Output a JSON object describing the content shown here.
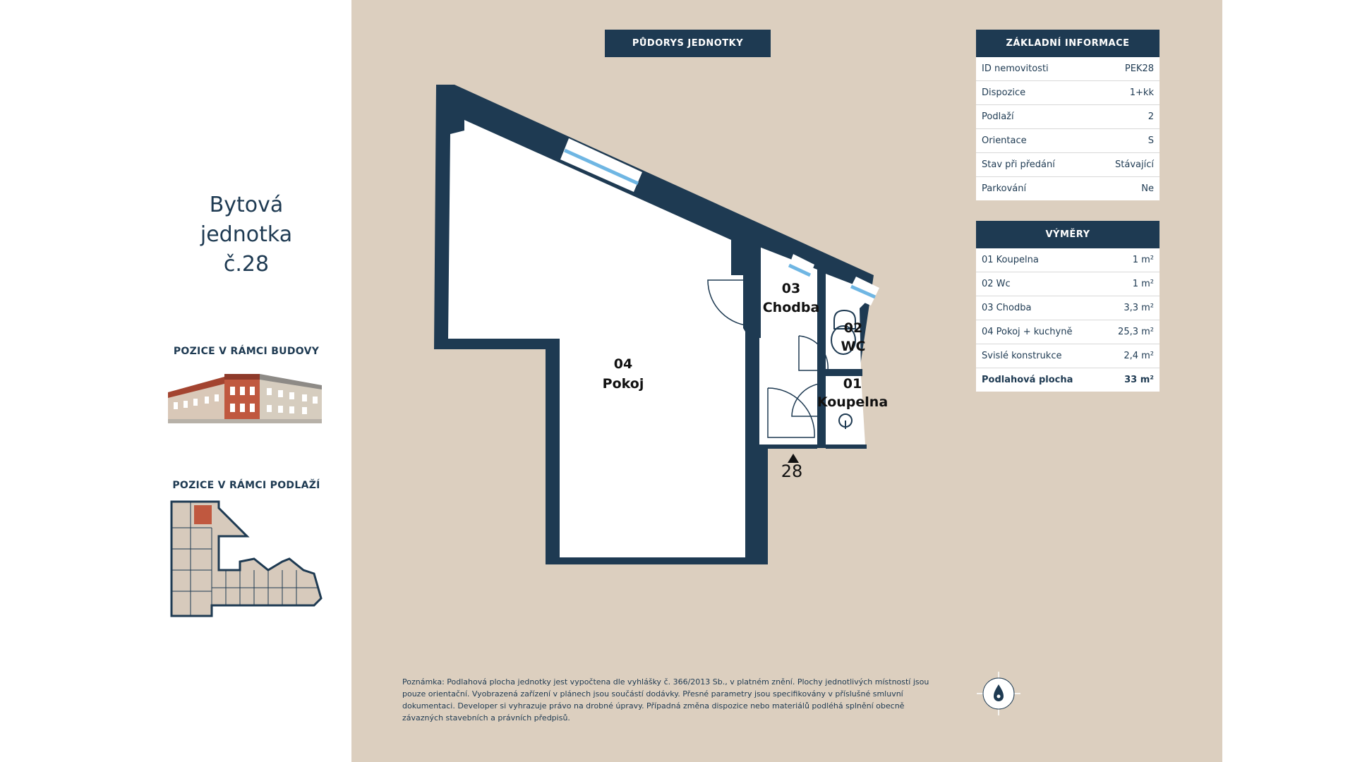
{
  "unit": {
    "title_line1": "Bytová",
    "title_line2": "jednotka",
    "title_line3": "č.28"
  },
  "position": {
    "building_label": "POZICE V RÁMCI BUDOVY",
    "floor_label": "POZICE V RÁMCI PODLAŽÍ"
  },
  "plan": {
    "title": "PŮDORYS JEDNOTKY",
    "rooms": [
      {
        "number": "04",
        "name": "Pokoj"
      },
      {
        "number": "03",
        "name": "Chodba"
      },
      {
        "number": "02",
        "name": "WC"
      },
      {
        "number": "01",
        "name": "Koupelna"
      }
    ],
    "entrance_number": "28"
  },
  "basic_info": {
    "title": "ZÁKLADNÍ INFORMACE",
    "rows": [
      {
        "label": "ID nemovitosti",
        "value": "PEK28"
      },
      {
        "label": "Dispozice",
        "value": "1+kk"
      },
      {
        "label": "Podlaží",
        "value": "2"
      },
      {
        "label": "Orientace",
        "value": "S"
      },
      {
        "label": "Stav při předání",
        "value": "Stávající"
      },
      {
        "label": "Parkování",
        "value": "Ne"
      }
    ]
  },
  "areas": {
    "title": "VÝMĚRY",
    "rows": [
      {
        "label": "01 Koupelna",
        "value": "1 m²"
      },
      {
        "label": "02 Wc",
        "value": "1 m²"
      },
      {
        "label": "03 Chodba",
        "value": "3,3 m²"
      },
      {
        "label": "04 Pokoj + kuchyně",
        "value": "25,3 m²"
      },
      {
        "label": "Svislé konstrukce",
        "value": "2,4 m²"
      }
    ],
    "total_label": "Podlahová plocha",
    "total_value": "33 m²"
  },
  "note": "Poznámka: Podlahová plocha jednotky jest vypočtena dle vyhlášky č. 366/2013 Sb., v platném znění. Plochy jednotlivých místností jsou pouze orientační. Vyobrazená zařízení v plánech jsou součástí dodávky. Přesné parametry jsou specifikovány v příslušné smluvní dokumentaci. Developer si vyhrazuje právo na drobné úpravy. Případná změna dispozice nebo materiálů podléhá splnění obecně závazných stavebních a právních předpisů.",
  "colors": {
    "navy": "#1e3a52",
    "beige": "#dccfbf",
    "window": "#6fb6e3",
    "brick": "#c0583f"
  },
  "icons": {
    "compass": "compass-icon",
    "entrance": "entrance-arrow-icon"
  }
}
